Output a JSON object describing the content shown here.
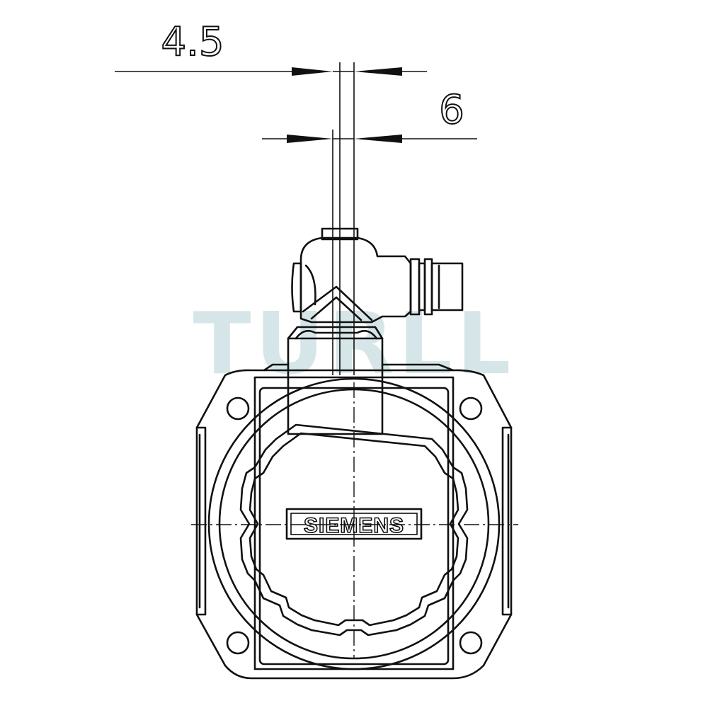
{
  "dimensions": {
    "top": "4.5",
    "second": "6"
  },
  "logo": {
    "text": "SIEMENS"
  },
  "watermark": {
    "text": "TURLL"
  }
}
